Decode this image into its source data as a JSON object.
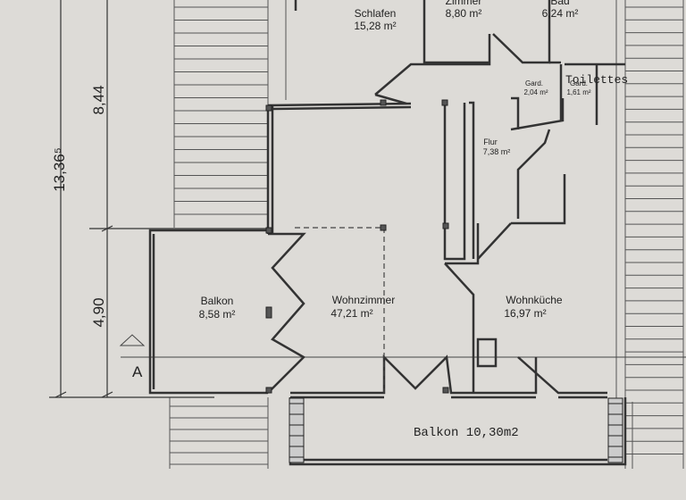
{
  "rooms": {
    "schlafen": {
      "name": "Schlafen",
      "area": "15,28 m²"
    },
    "zimmer": {
      "name": "Zimmer",
      "area": "8,80 m²"
    },
    "bad": {
      "name": "Bad",
      "area": "6,24 m²"
    },
    "gard1": {
      "name": "Gard.",
      "area": "2,04 m²"
    },
    "gard2": {
      "name": "Gard.",
      "area": "1,61 m²"
    },
    "flur": {
      "name": "Flur",
      "area": "7,38 m²"
    },
    "balkon_small": {
      "name": "Balkon",
      "area": "8,58 m²"
    },
    "wohnzimmer": {
      "name": "Wohnzimmer",
      "area": "47,21 m²"
    },
    "wohnkueche": {
      "name": "Wohnküche",
      "area": "16,97 m²"
    }
  },
  "annotations": {
    "toilettes": "Toilettes",
    "balkon_large": "Balkon 10,30m2",
    "section_marker": "A"
  },
  "dimensions": {
    "total": "13,36⁵",
    "upper": "8,44",
    "lower": "4,90"
  }
}
